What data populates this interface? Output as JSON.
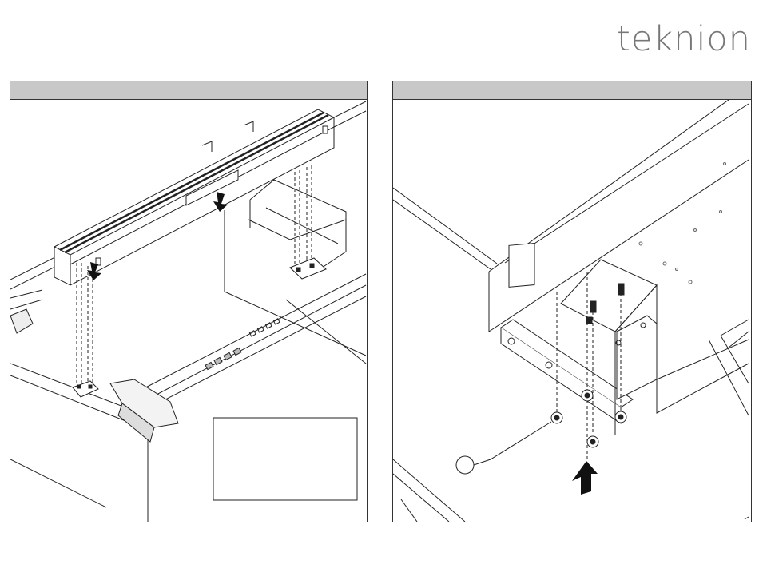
{
  "header": {
    "brand": "teknion"
  },
  "panels": [
    {
      "id": "step-1",
      "header_text": ""
    },
    {
      "id": "step-2",
      "header_text": ""
    }
  ],
  "icons": [
    "down-arrow-icon",
    "up-arrow-icon"
  ]
}
